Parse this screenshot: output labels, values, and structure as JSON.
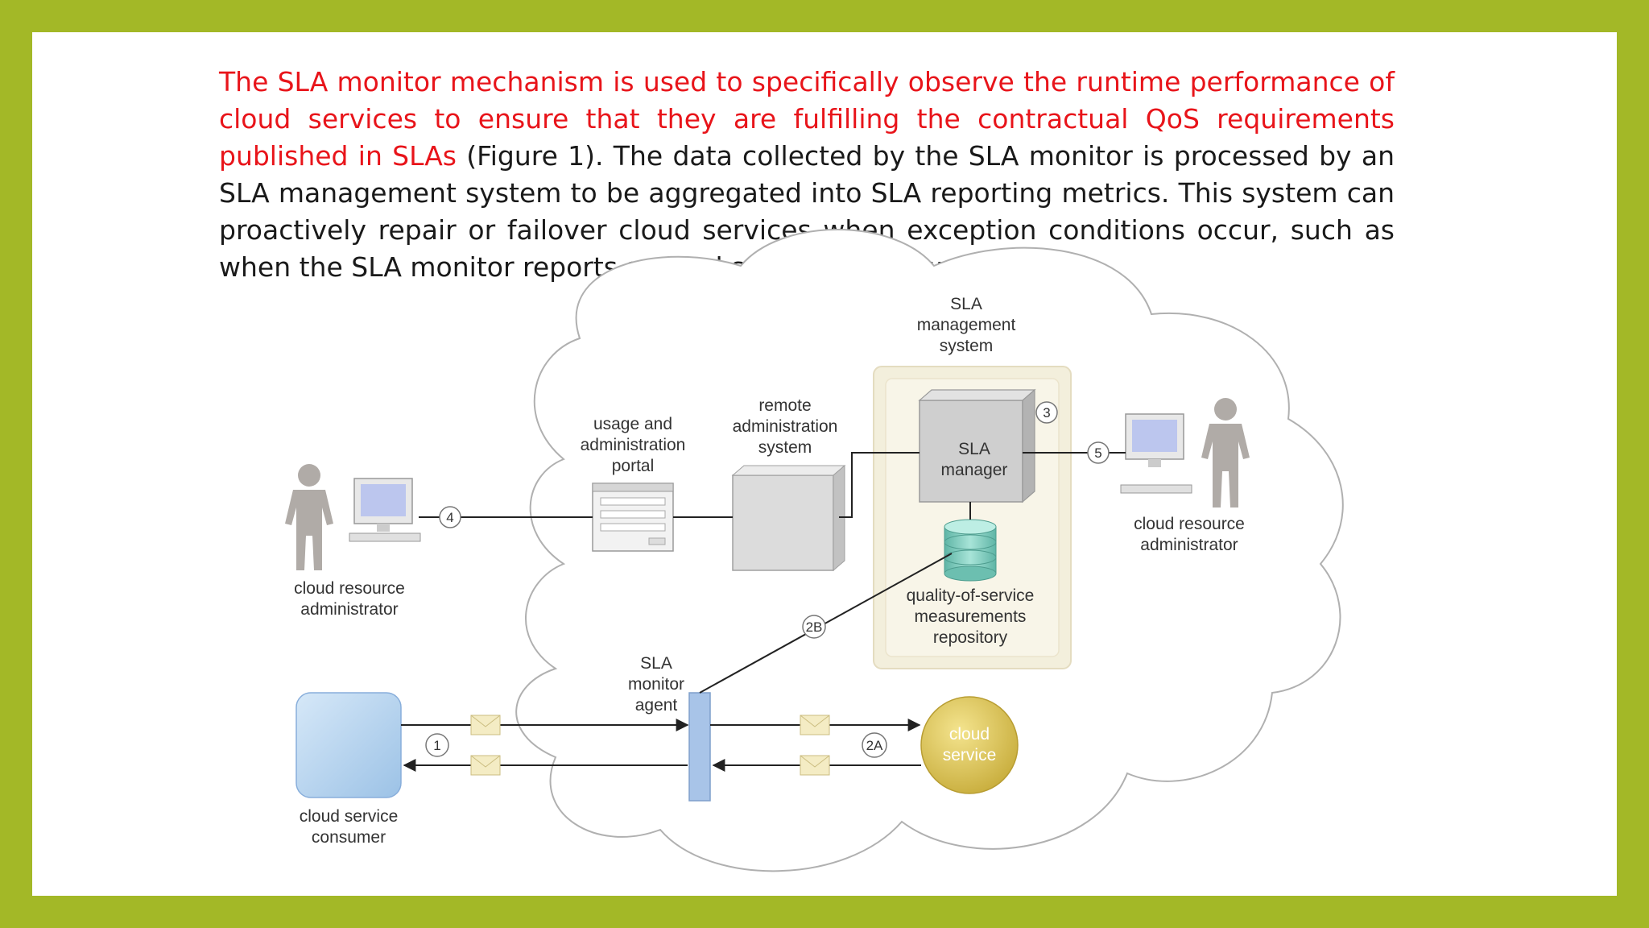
{
  "paragraph": {
    "highlight": "The SLA monitor mechanism is used to specifically observe the runtime performance of cloud services to ensure that they are fulfilling the contractual QoS requirements published in SLAs",
    "rest": " (Figure 1). The data collected by the SLA monitor is processed by an SLA management system to be aggregated into SLA reporting metrics. This system can proactively repair or failover cloud services when exception conditions occur, such as when the SLA monitor reports a cloud service as “down.”"
  },
  "diagram": {
    "sla_mgmt_system": [
      "SLA",
      "management",
      "system"
    ],
    "remote_admin_system": [
      "remote",
      "administration",
      "system"
    ],
    "usage_portal": [
      "usage and",
      "administration",
      "portal"
    ],
    "sla_manager": [
      "SLA",
      "manager"
    ],
    "qos_repository": [
      "quality-of-service",
      "measurements",
      "repository"
    ],
    "cloud_resource_admin_left": [
      "cloud resource",
      "administrator"
    ],
    "cloud_resource_admin_right": [
      "cloud resource",
      "administrator"
    ],
    "sla_monitor_agent": [
      "SLA",
      "monitor",
      "agent"
    ],
    "cloud_service": [
      "cloud",
      "service"
    ],
    "cloud_service_consumer": [
      "cloud service",
      "consumer"
    ],
    "step_labels": {
      "s1": "1",
      "s2a": "2A",
      "s2b": "2B",
      "s3": "3",
      "s4": "4",
      "s5": "5"
    }
  },
  "colors": {
    "background": "#a3b827",
    "highlight_text": "#e8141a",
    "repository": "#7fcfc0",
    "cloud_service": "#d8c25a",
    "consumer": "#b9d6f0",
    "monitor_agent": "#a8c4e8"
  }
}
